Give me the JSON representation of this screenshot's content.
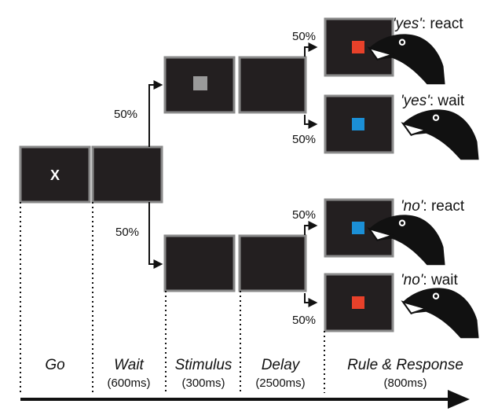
{
  "go_screen": {
    "symbol": "X"
  },
  "branch_probabilities": {
    "upper": "50%",
    "lower": "50%",
    "upper_react": "50%",
    "upper_wait": "50%",
    "lower_react": "50%",
    "lower_wait": "50%"
  },
  "outcomes": [
    {
      "rule": "'yes'",
      "response": ": react"
    },
    {
      "rule": "'yes'",
      "response": ": wait"
    },
    {
      "rule": "'no'",
      "response": ": react"
    },
    {
      "rule": "'no'",
      "response": ": wait"
    }
  ],
  "phases": [
    {
      "name": "Go",
      "duration": ""
    },
    {
      "name": "Wait",
      "duration": "(600ms)"
    },
    {
      "name": "Stimulus",
      "duration": "(300ms)"
    },
    {
      "name": "Delay",
      "duration": "(2500ms)"
    },
    {
      "name": "Rule & Response",
      "duration": "(800ms)"
    }
  ],
  "colors": {
    "screen": "#231f20",
    "screen_border": "#8a8a8a",
    "gray_stimulus": "#9a9a9a",
    "red_target": "#e8412a",
    "blue_target": "#1b8fd6"
  }
}
